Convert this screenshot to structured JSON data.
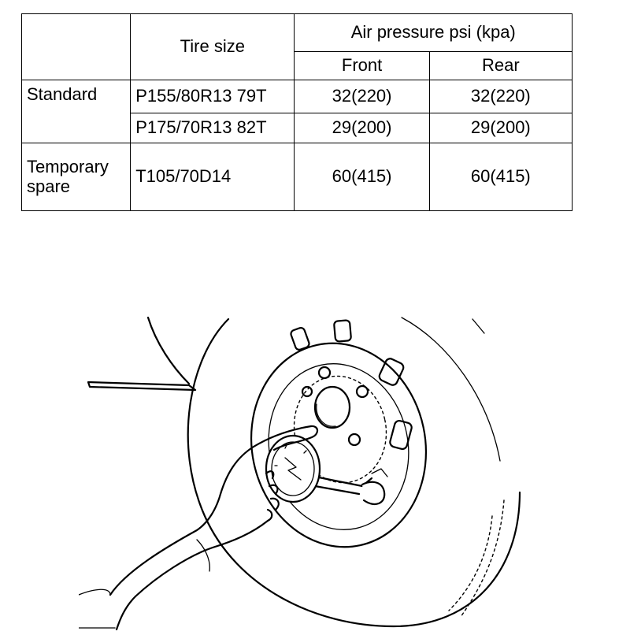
{
  "table": {
    "header": {
      "tire_size": "Tire size",
      "air_pressure": "Air pressure psi (kpa)",
      "front": "Front",
      "rear": "Rear"
    },
    "rows": [
      {
        "category": "Standard",
        "size": "P155/80R13 79T",
        "front": "32(220)",
        "rear": "32(220)"
      },
      {
        "category": "",
        "size": "P175/70R13 82T",
        "front": "29(200)",
        "rear": "29(200)"
      },
      {
        "category_line1": "Temporary",
        "category_line2": "spare",
        "size": "T105/70D14",
        "front": "60(415)",
        "rear": "60(415)"
      }
    ]
  },
  "illustration": {
    "icon": "tire-pressure-gauge-icon"
  }
}
